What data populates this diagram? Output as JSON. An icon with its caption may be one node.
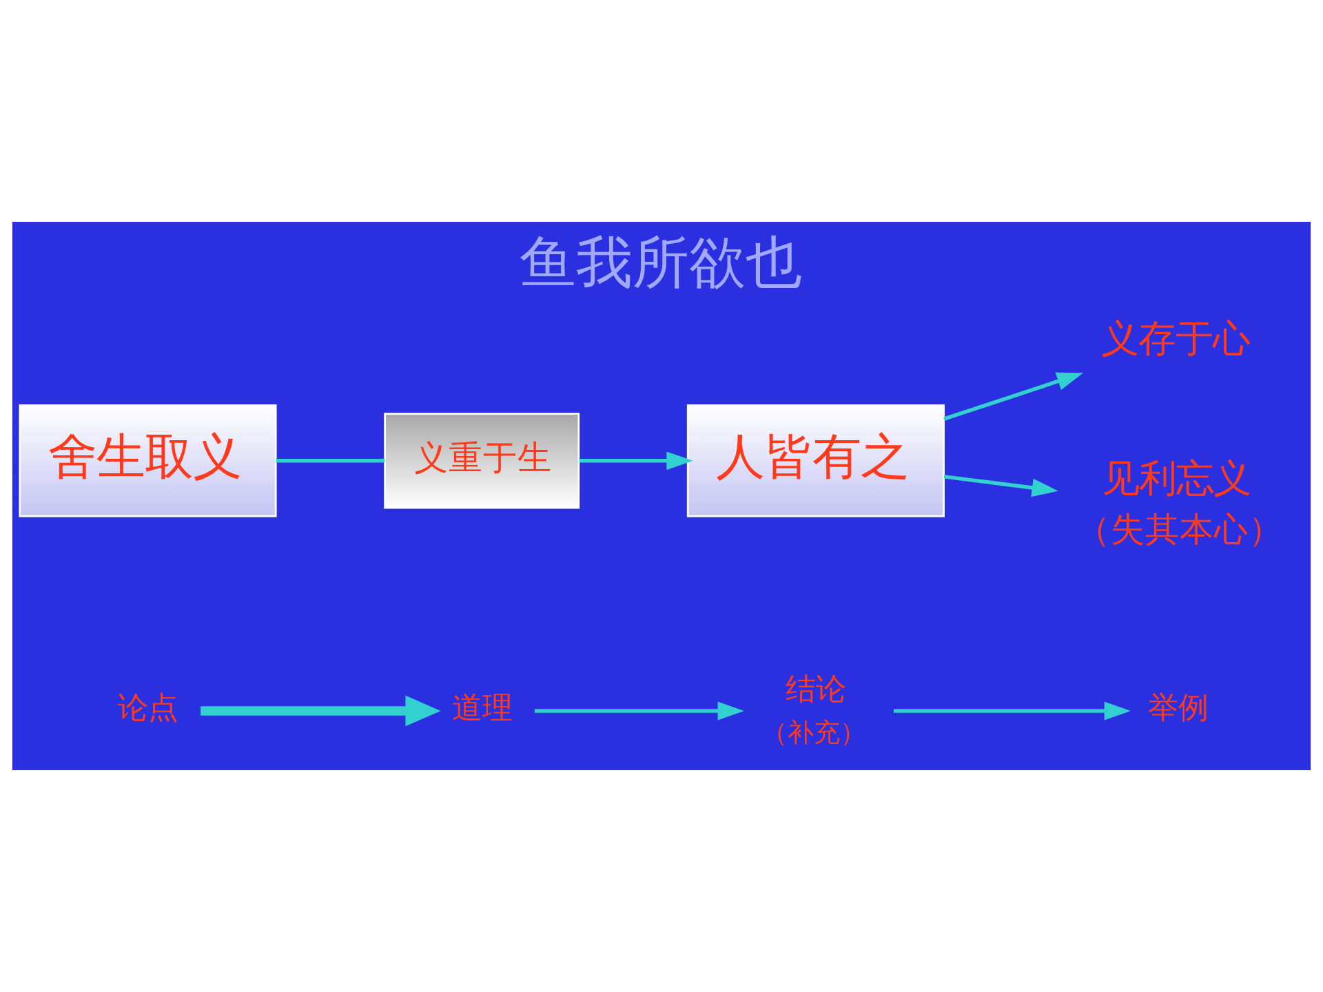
{
  "diagram": {
    "title": "鱼我所欲也",
    "nodes": [
      {
        "text": [
          "舍生取义"
        ]
      },
      {
        "text": [
          "义重于生"
        ]
      },
      {
        "text": [
          "人皆有之"
        ]
      },
      {
        "text": [
          "义存于心"
        ]
      },
      {
        "text": [
          "见利忘义"
        ],
        "beside": [
          "（失其本心）"
        ]
      },
      {
        "text": [
          "论点"
        ]
      },
      {
        "text": [
          "道理"
        ]
      },
      {
        "text": [
          "结论"
        ],
        "beside": [
          "（补充）"
        ]
      },
      {
        "text": [
          "举例"
        ]
      }
    ],
    "edges": [
      {
        "from": 0,
        "to": 1,
        "arrow": "none"
      },
      {
        "from": 1,
        "to": 2,
        "arrow": "to"
      },
      {
        "from": 2,
        "to": 3,
        "arrow": "to"
      },
      {
        "from": 2,
        "to": 4,
        "arrow": "to"
      },
      {
        "from": 5,
        "to": 6,
        "arrow": "to",
        "style": "thick"
      },
      {
        "from": 6,
        "to": 7,
        "arrow": "to"
      },
      {
        "from": 7,
        "to": 8,
        "arrow": "to"
      }
    ]
  }
}
